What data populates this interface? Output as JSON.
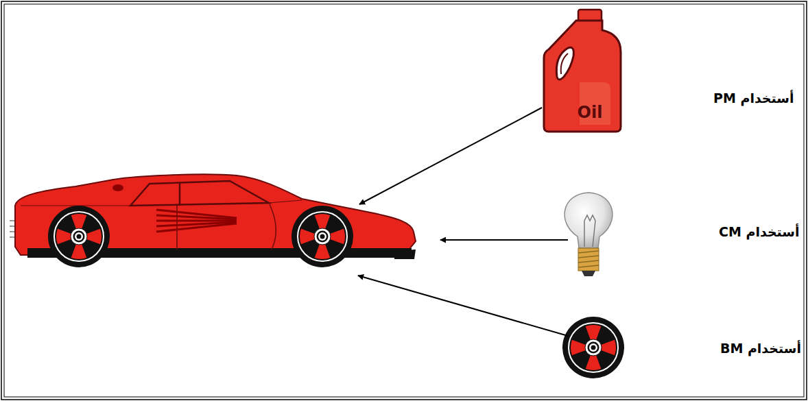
{
  "diagram": {
    "labels": [
      "أستخدام PM",
      "Oil",
      "أستخدام CM",
      "أستخدام BM"
    ]
  }
}
